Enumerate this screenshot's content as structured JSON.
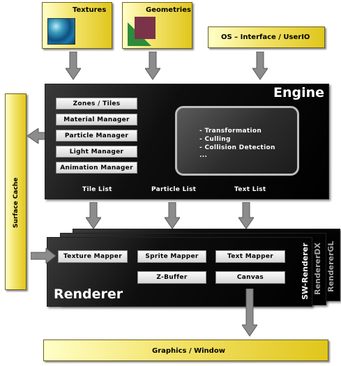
{
  "top": {
    "textures_label": "Textures",
    "geometries_label": "Geometries",
    "os_label": "OS – Interface / UserIO"
  },
  "engine": {
    "title": "Engine",
    "managers": [
      "Zones / Tiles",
      "Material Manager",
      "Particle Manager",
      "Light Manager",
      "Animation Manager"
    ],
    "features": [
      "- Transformation",
      "- Culling",
      "- Collision Detection",
      "..."
    ],
    "lists": [
      "Tile List",
      "Particle List",
      "Text List"
    ]
  },
  "surface_cache": {
    "label": "Surface Cache"
  },
  "renderer": {
    "title": "Renderer",
    "modules": [
      "Texture Mapper",
      "Sprite Mapper",
      "Text Mapper",
      "Z-Buffer",
      "Canvas"
    ],
    "backends": [
      "SW-Renderer",
      "RendererDX",
      "RendererGL"
    ]
  },
  "output": {
    "label": "Graphics / Window"
  },
  "colors": {
    "yellow_light": "#ffffc8",
    "yellow_dark": "#e0c61c",
    "engine_bg": "#000000",
    "arrow": "#8c8c8c"
  }
}
